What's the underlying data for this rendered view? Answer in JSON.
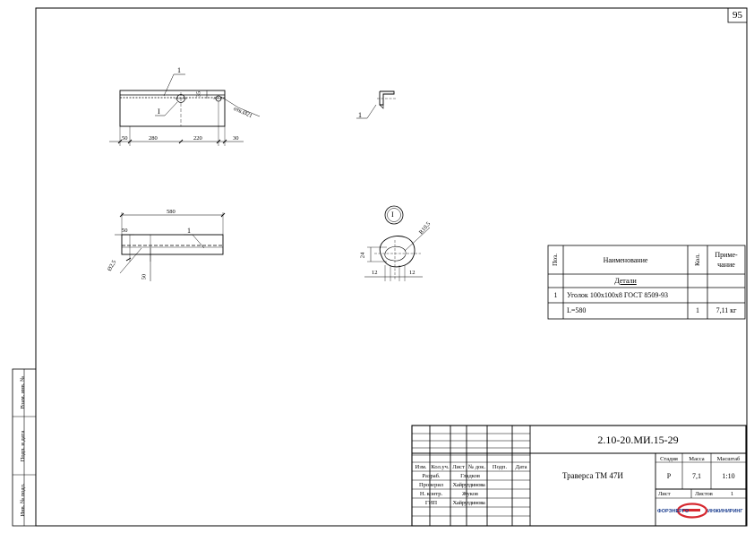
{
  "sheet": {
    "page_number": "95",
    "side_labels": [
      "Взам. инв. №",
      "Подп. и дата",
      "Инв. № подл."
    ]
  },
  "views": {
    "front": {
      "position_label": "1",
      "callout_label": "I",
      "hole_note": "отв.Ø21",
      "dim_35": "35",
      "dims": [
        "50",
        "280",
        "220",
        "30"
      ]
    },
    "side": {
      "position_label": "1"
    },
    "top": {
      "position_label": "1",
      "dim_580": "580",
      "dim_50_top": "50",
      "dim_50_bottom": "50",
      "dim_d25": "Ø2,5"
    },
    "detail": {
      "label": "I",
      "radius": "R10,5",
      "dim_24": "24",
      "dim_12_left": "12",
      "dim_12_right": "12"
    }
  },
  "spec_table": {
    "headers": {
      "pos": "Поз.",
      "name": "Наименование",
      "qty": "Кол.",
      "note_line1": "Приме-",
      "note_line2": "чание"
    },
    "section": "Детали",
    "rows": [
      {
        "pos": "1",
        "name": "Уголок 100х100х8 ГОСТ 8509-93",
        "qty": "",
        "note": ""
      },
      {
        "pos": "",
        "name": "L=580",
        "qty": "1",
        "note": "7,11 кг"
      }
    ]
  },
  "title_block": {
    "code": "2.10-20.МИ.15-29",
    "title": "Траверса ТМ 47И",
    "columns": [
      "Изм.",
      "Кол.уч.",
      "Лист",
      "№ док.",
      "Подп.",
      "Дата"
    ],
    "roles": [
      {
        "role": "Разраб.",
        "name": "Гладков"
      },
      {
        "role": "Проверил",
        "name": "Хайрутдинова"
      },
      {
        "role": "Н. контр.",
        "name": "Жуков"
      },
      {
        "role": "ГИП",
        "name": "Хайрутдинова"
      }
    ],
    "stage_label": "Стадия",
    "mass_label": "Масса",
    "scale_label": "Масштаб",
    "stage": "Р",
    "mass": "7,1",
    "scale": "1:10",
    "sheet_label": "Лист",
    "sheets_label": "Листов",
    "sheets": "1",
    "company_left": "ФОРЭНЕРГО",
    "company_right": "ИНЖИНИРИНГ",
    "brand_color": "#d6272e"
  }
}
